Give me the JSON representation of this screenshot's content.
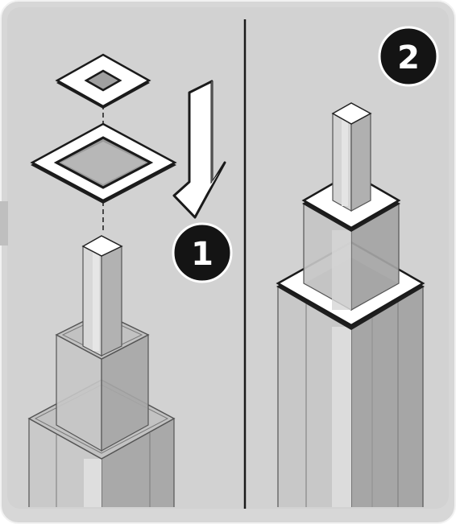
{
  "steps": [
    {
      "number": "1"
    },
    {
      "number": "2"
    }
  ],
  "colors": {
    "panel_background": "#d4d4d4",
    "outline": "#141414",
    "badge_fill": "#141414",
    "badge_text": "#ffffff",
    "collar_fill": "#ffffff"
  },
  "icons": {
    "arrow": "down-arrow-icon",
    "guide": "dashed-alignment-line"
  }
}
